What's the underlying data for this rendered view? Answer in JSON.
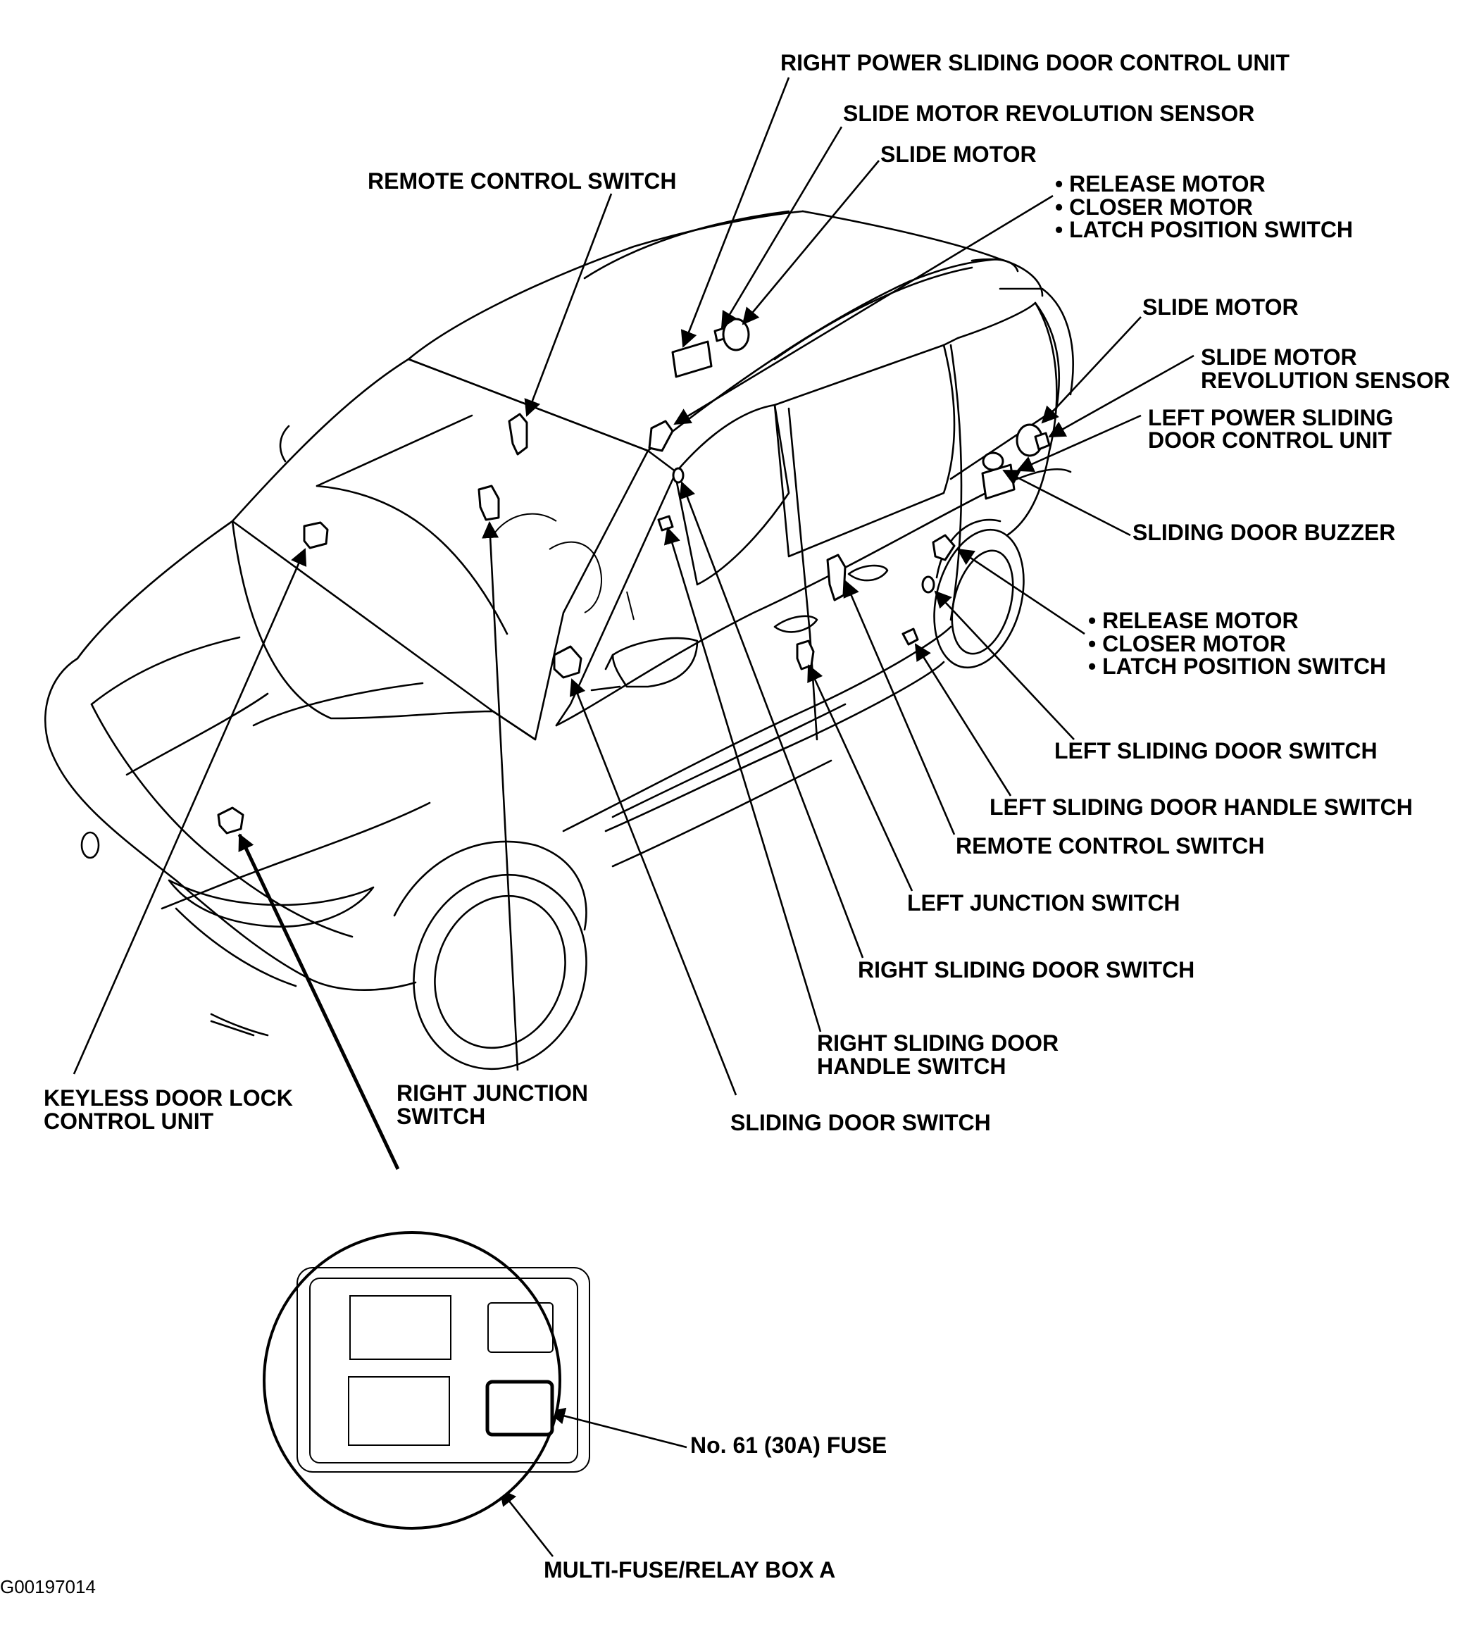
{
  "labels": {
    "right_power_sliding_door_control_unit": "RIGHT POWER SLIDING DOOR CONTROL UNIT",
    "slide_motor_revolution_sensor_right": "SLIDE MOTOR REVOLUTION SENSOR",
    "slide_motor_right": "SLIDE MOTOR",
    "remote_control_switch_top": "REMOTE CONTROL SWITCH",
    "right_release_motor": "• RELEASE MOTOR",
    "right_closer_motor": "• CLOSER MOTOR",
    "right_latch_position_switch": "• LATCH POSITION SWITCH",
    "slide_motor_left": "SLIDE MOTOR",
    "slide_motor_revolution_sensor_left_line1": "SLIDE MOTOR",
    "slide_motor_revolution_sensor_left_line2": "REVOLUTION SENSOR",
    "left_power_sliding_door_control_unit_line1": "LEFT POWER SLIDING",
    "left_power_sliding_door_control_unit_line2": "DOOR CONTROL UNIT",
    "sliding_door_buzzer": "SLIDING DOOR BUZZER",
    "left_release_motor": "• RELEASE MOTOR",
    "left_closer_motor": "• CLOSER MOTOR",
    "left_latch_position_switch": "• LATCH POSITION SWITCH",
    "left_sliding_door_switch": "LEFT SLIDING DOOR SWITCH",
    "left_sliding_door_handle_switch": "LEFT SLIDING DOOR HANDLE SWITCH",
    "remote_control_switch_right": "REMOTE CONTROL SWITCH",
    "left_junction_switch": "LEFT JUNCTION SWITCH",
    "right_sliding_door_switch": "RIGHT SLIDING DOOR SWITCH",
    "right_sliding_door_handle_switch_line1": "RIGHT SLIDING DOOR",
    "right_sliding_door_handle_switch_line2": "HANDLE SWITCH",
    "sliding_door_switch": "SLIDING DOOR SWITCH",
    "right_junction_switch_line1": "RIGHT JUNCTION",
    "right_junction_switch_line2": "SWITCH",
    "keyless_door_lock_control_unit_line1": "KEYLESS DOOR LOCK",
    "keyless_door_lock_control_unit_line2": "CONTROL UNIT",
    "fuse_61": "No. 61 (30A) FUSE",
    "multi_fuse_relay_box": "MULTI-FUSE/RELAY BOX A",
    "figure_id": "G00197014"
  }
}
